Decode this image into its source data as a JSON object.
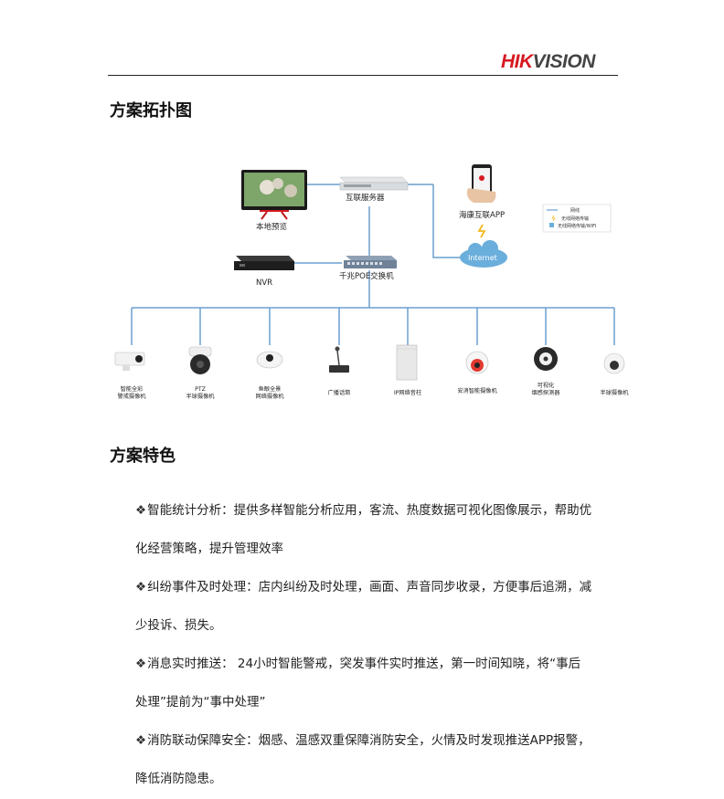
{
  "brand": {
    "logo_text_1": "HIK",
    "logo_text_2": "VISION",
    "logo_color": "#d71920"
  },
  "sections": {
    "topology_title": "方案拓扑图",
    "features_title": "方案特色"
  },
  "diagram": {
    "nodes": {
      "local_preview": "本地预览",
      "internet_server": "互联服务器",
      "app": "海康互联APP",
      "internet": "Internet",
      "nvr": "NVR",
      "switch": "千兆POE交换机"
    },
    "legend": {
      "wired": "网线",
      "wireless": "无线网络传输",
      "wifi": "无线网络传输/WIFI"
    },
    "devices": [
      {
        "line1": "智能全彩",
        "line2": "警戒摄像机"
      },
      {
        "line1": "PTZ",
        "line2": "半球摄像机"
      },
      {
        "line1": "鱼眼全景",
        "line2": "网络摄像机"
      },
      {
        "line1": "广播话筒",
        "line2": ""
      },
      {
        "line1": "IP网络音柱",
        "line2": ""
      },
      {
        "line1": "安消智能摄像机",
        "line2": ""
      },
      {
        "line1": "可视化",
        "line2": "烟感探测器"
      },
      {
        "line1": "半球摄像机",
        "line2": ""
      }
    ],
    "colors": {
      "line": "#6a9fcf",
      "cloud": "#6aaedc"
    }
  },
  "features": [
    {
      "bullet": "❖",
      "text": "智能统计分析：提供多样智能分析应用，客流、热度数据可视化图像展示，帮助优"
    },
    {
      "bullet": "",
      "text": "化经营策略，提升管理效率"
    },
    {
      "bullet": "❖",
      "text": "纠纷事件及时处理：店内纠纷及时处理，画面、声音同步收录，方便事后追溯，减"
    },
    {
      "bullet": "",
      "text": "少投诉、损失。"
    },
    {
      "bullet": "❖",
      "text": "消息实时推送： 24小时智能警戒，突发事件实时推送，第一时间知晓，将“事后"
    },
    {
      "bullet": "",
      "text": "处理”提前为“事中处理”"
    },
    {
      "bullet": "❖",
      "text": "消防联动保障安全：烟感、温感双重保障消防安全，火情及时发现推送APP报警，"
    },
    {
      "bullet": "",
      "text": "降低消防隐患。"
    }
  ]
}
